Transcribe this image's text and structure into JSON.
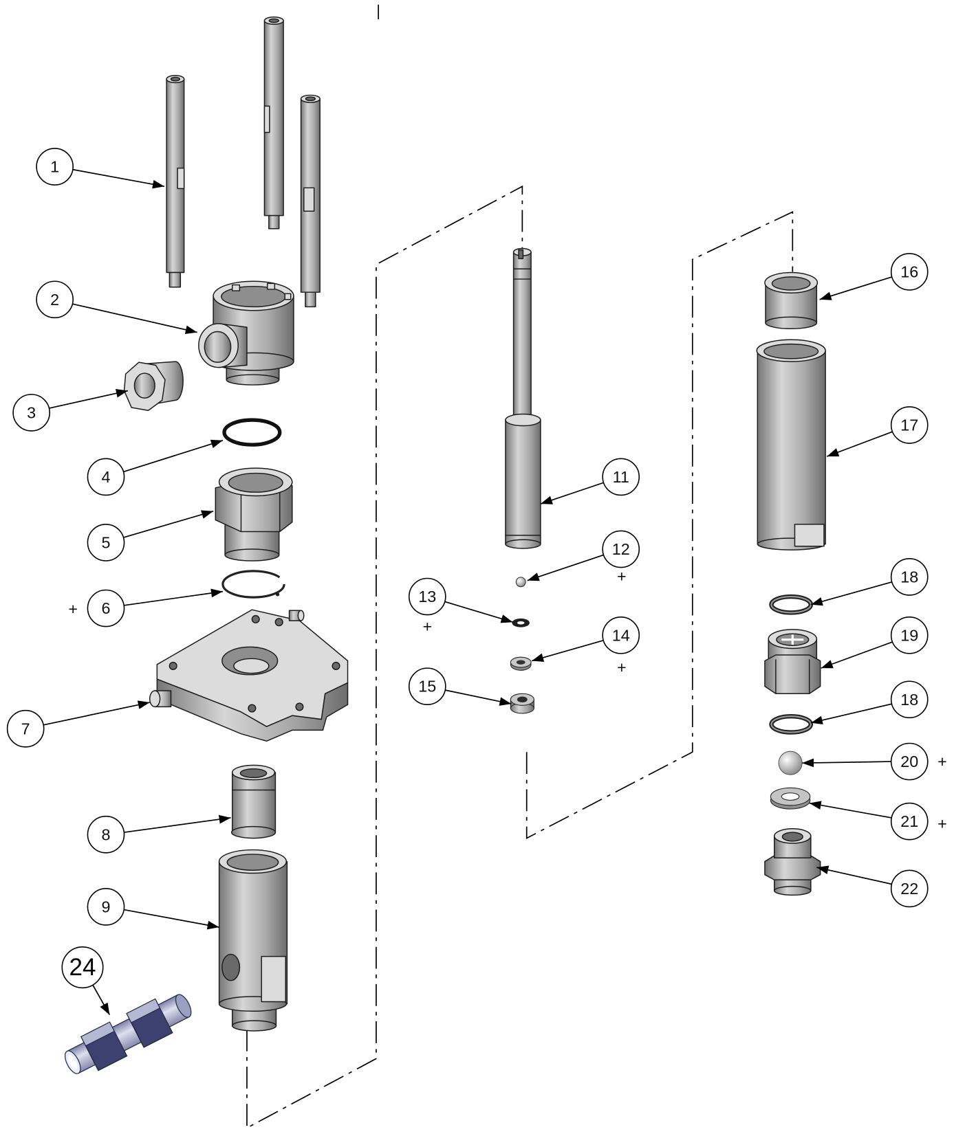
{
  "diagram": {
    "callouts": {
      "p1": "1",
      "p2": "2",
      "p3": "3",
      "p4": "4",
      "p5": "5",
      "p6": "6",
      "p7": "7",
      "p8": "8",
      "p9": "9",
      "p11": "11",
      "p12": "12",
      "p13": "13",
      "p14": "14",
      "p15": "15",
      "p16": "16",
      "p17": "17",
      "p18a": "18",
      "p19": "19",
      "p18b": "18",
      "p20": "20",
      "p21": "21",
      "p22": "22",
      "p24": "24"
    },
    "plus_mark": "+"
  },
  "colors": {
    "background": "#ffffff",
    "line": "#1c1c1c",
    "metal_light": "#d6d6d6",
    "metal_dark": "#747474",
    "fitting_blue": "#3c4170"
  }
}
